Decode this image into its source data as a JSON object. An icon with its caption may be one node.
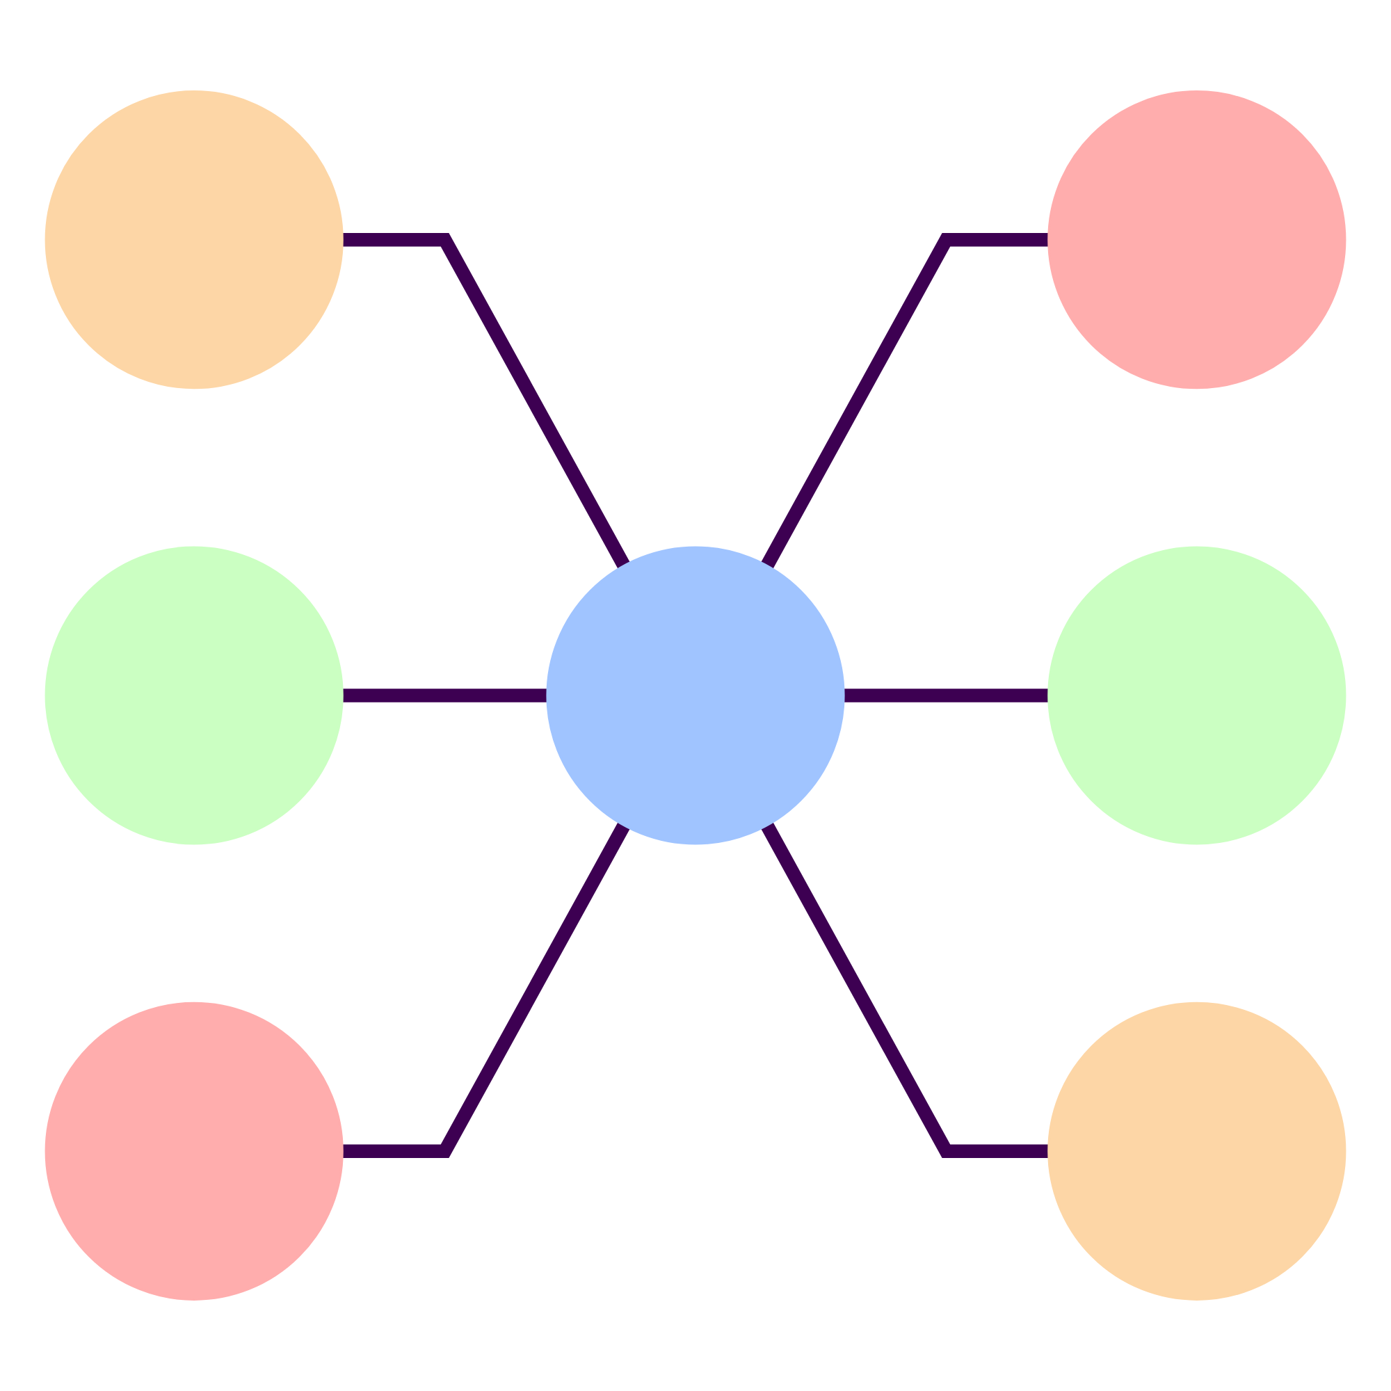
{
  "diagram": {
    "nodes": [
      {
        "text": [],
        "shape": "circle"
      },
      {
        "text": [],
        "shape": "circle"
      },
      {
        "text": [],
        "shape": "circle"
      },
      {
        "text": [],
        "shape": "circle"
      },
      {
        "text": [],
        "shape": "circle"
      },
      {
        "text": [],
        "shape": "circle"
      },
      {
        "text": [],
        "shape": "circle"
      }
    ],
    "edges": [
      {
        "from": 0,
        "to": 3,
        "arrow": "none"
      },
      {
        "from": 3,
        "to": 1,
        "arrow": "none"
      },
      {
        "from": 2,
        "to": 3,
        "arrow": "none"
      },
      {
        "from": 3,
        "to": 4,
        "arrow": "none"
      },
      {
        "from": 5,
        "to": 3,
        "arrow": "none"
      },
      {
        "from": 3,
        "to": 6,
        "arrow": "none"
      }
    ]
  }
}
